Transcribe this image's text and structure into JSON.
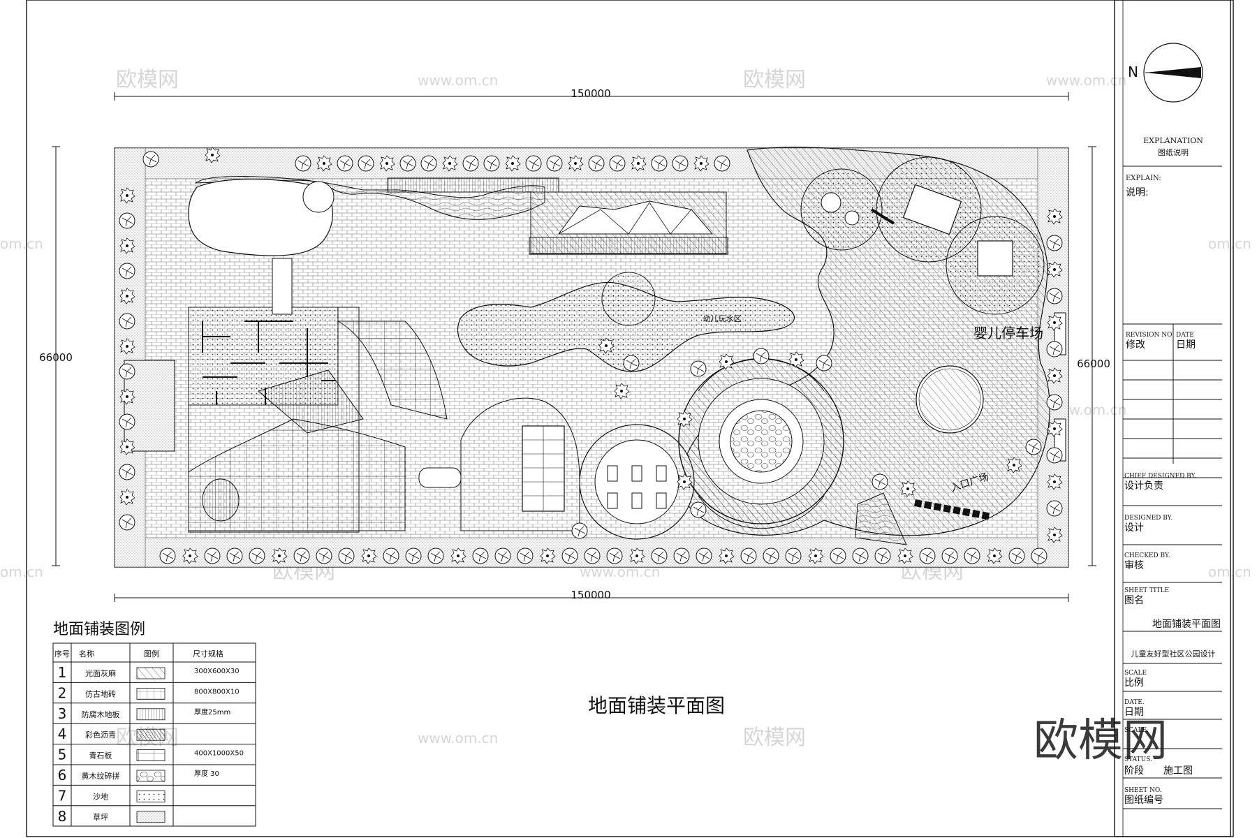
{
  "drawing": {
    "dimensions": {
      "top": "150000",
      "bottom": "150000",
      "left": "66000",
      "right": "66000"
    },
    "title": "地面铺装平面图",
    "north_label": "N",
    "plan_labels": {
      "infant_parking": "婴儿停车场",
      "entrance_plaza": "入口广场",
      "kids_area": "幼儿玩水区"
    }
  },
  "legend": {
    "title": "地面铺装图例",
    "headers": [
      "序号",
      "名称",
      "图例",
      "尺寸规格"
    ],
    "rows": [
      {
        "no": "1",
        "name": "光面灰麻",
        "spec": "300X600X30",
        "pattern": "diag"
      },
      {
        "no": "2",
        "name": "仿古地砖",
        "spec": "800X800X10",
        "pattern": "grid"
      },
      {
        "no": "3",
        "name": "防腐木地板",
        "spec": "厚度25mm",
        "pattern": "vert"
      },
      {
        "no": "4",
        "name": "彩色沥青",
        "spec": "",
        "pattern": "dense"
      },
      {
        "no": "5",
        "name": "青石板",
        "spec": "400X1000X50",
        "pattern": "brick"
      },
      {
        "no": "6",
        "name": "黄木纹碎拼",
        "spec": "厚度 30",
        "pattern": "stone"
      },
      {
        "no": "7",
        "name": "沙地",
        "spec": "",
        "pattern": "dots"
      },
      {
        "no": "8",
        "name": "草坪",
        "spec": "",
        "pattern": "grass"
      }
    ]
  },
  "title_block": {
    "explanation_en": "EXPLANATION",
    "explanation_cn": "图纸说明",
    "explain_en": "EXPLAIN:",
    "explain_cn": "说明:",
    "revision_en": "REVISION NO",
    "revision_cn": "修改",
    "date_en": "DATE",
    "date_cn": "日期",
    "chief_en": "CHIEF DESIGNED BY.",
    "chief_cn": "设计负责",
    "designed_en": "DESIGNED BY.",
    "designed_cn": "设计",
    "checked_en": "CHECKED BY.",
    "checked_cn": "审核",
    "sheet_title_en": "SHEET TITLE",
    "sheet_title_cn": "图名",
    "sheet_title_value": "地面铺装平面图",
    "project": "儿童友好型社区公园设计",
    "scale_en": "SCALE",
    "scale_cn": "比例",
    "date2_en": "DATE.",
    "date2_cn": "日期",
    "scale2_en": "SCALE.",
    "status_en": "STATUS.",
    "status_cn": "阶段",
    "status_value": "施工图",
    "sheet_no_en": "SHEET NO.",
    "sheet_no_cn": "图纸编号"
  },
  "watermarks": {
    "brand": "欧模网",
    "url": "www.om.cn",
    "domain": "om.cn"
  }
}
